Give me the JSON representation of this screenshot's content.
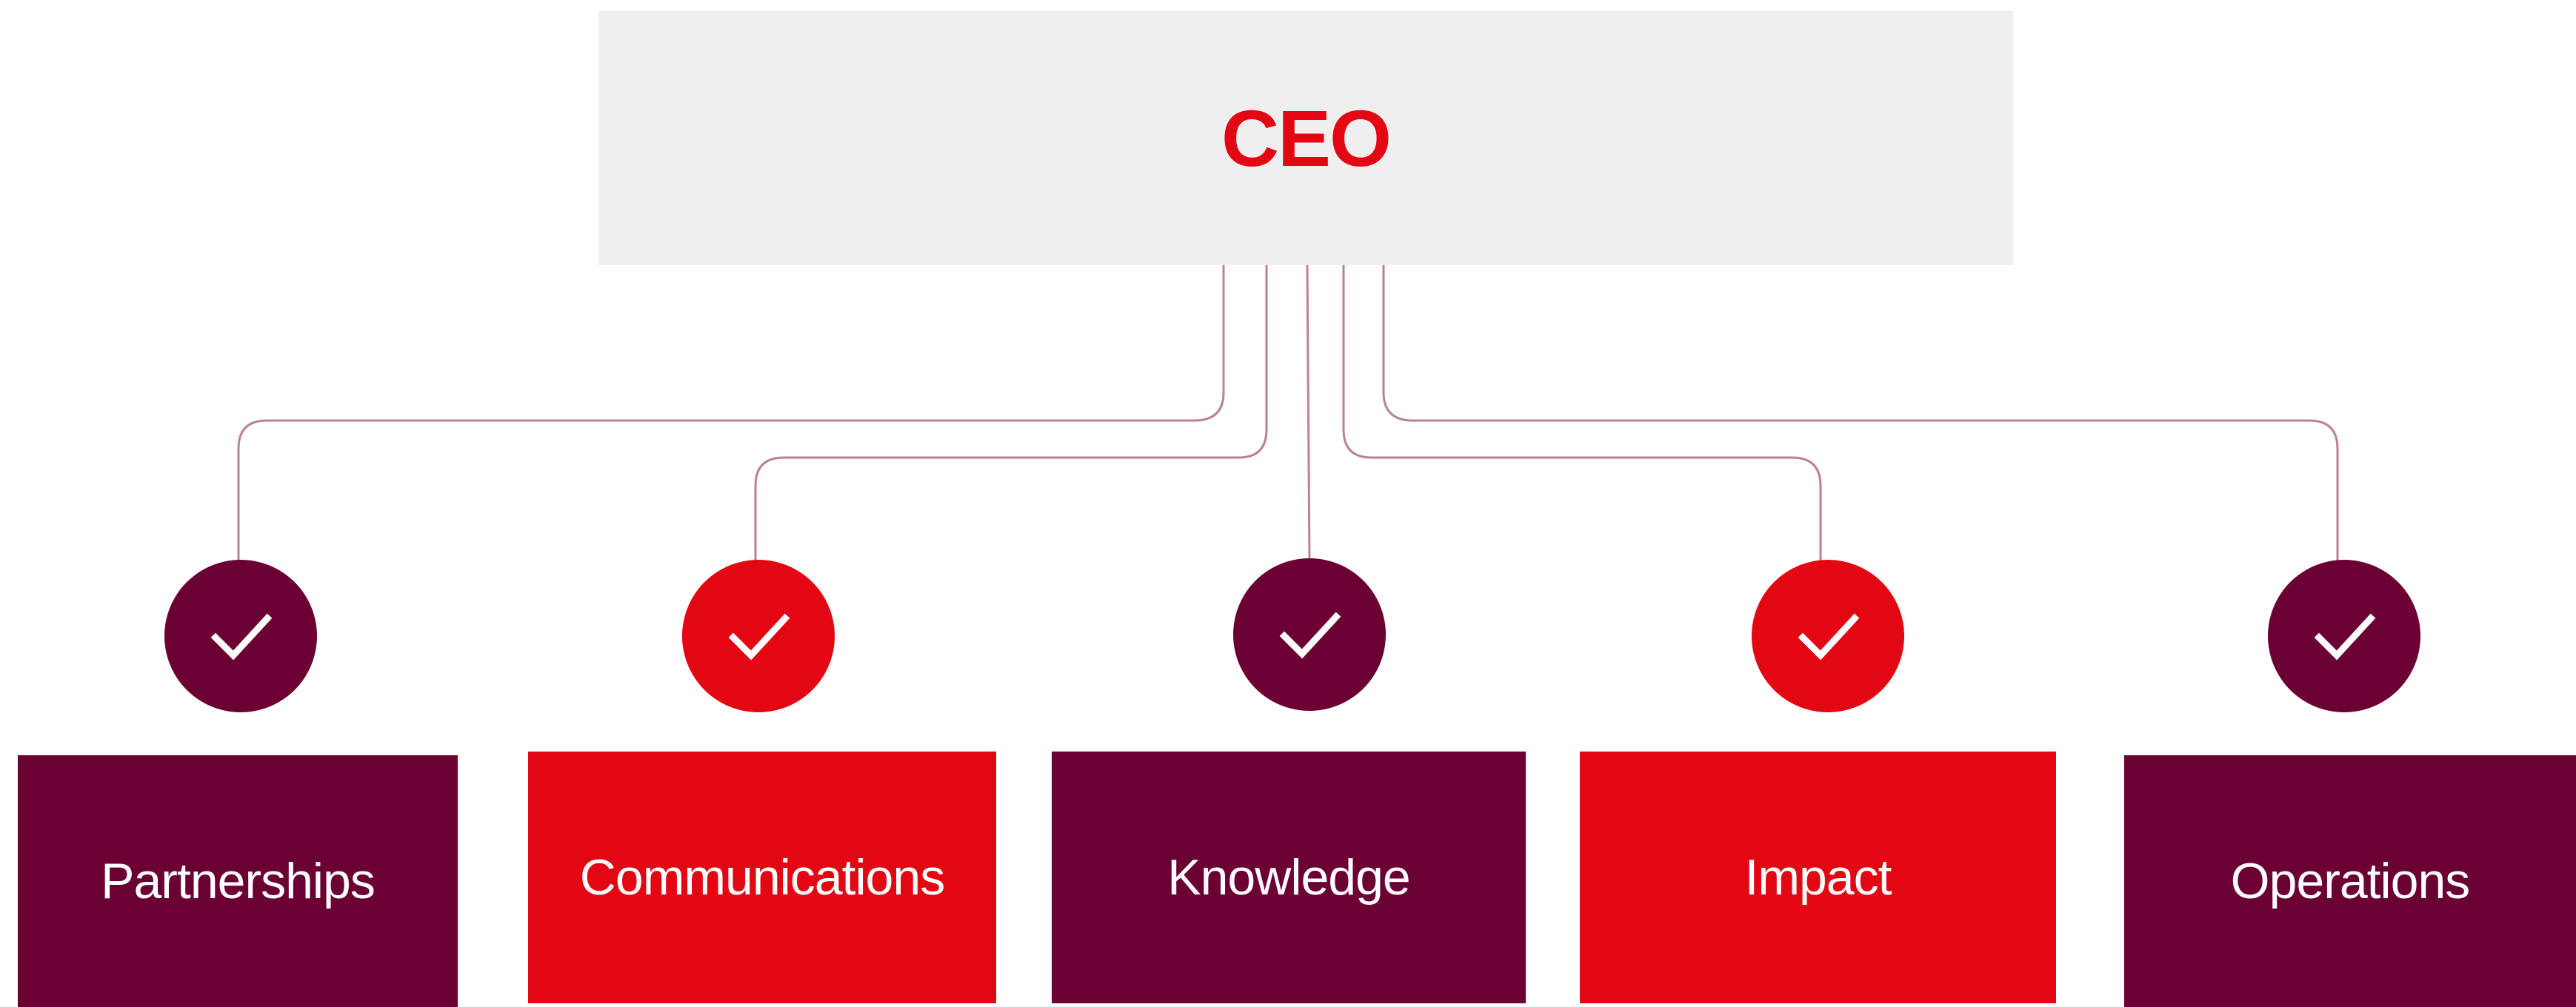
{
  "ceo": {
    "label": "CEO"
  },
  "colors": {
    "maroon": "#6b0033",
    "red": "#e30613",
    "ceo_box": "#efefef",
    "connector": "#b9838f",
    "check": "#ffffff"
  },
  "departments": [
    {
      "label": "Partnerships",
      "color": "maroon"
    },
    {
      "label": "Communications",
      "color": "red"
    },
    {
      "label": "Knowledge",
      "color": "maroon"
    },
    {
      "label": "Impact",
      "color": "red"
    },
    {
      "label": "Operations",
      "color": "maroon"
    }
  ],
  "icons": {
    "check": "checkmark-icon"
  }
}
